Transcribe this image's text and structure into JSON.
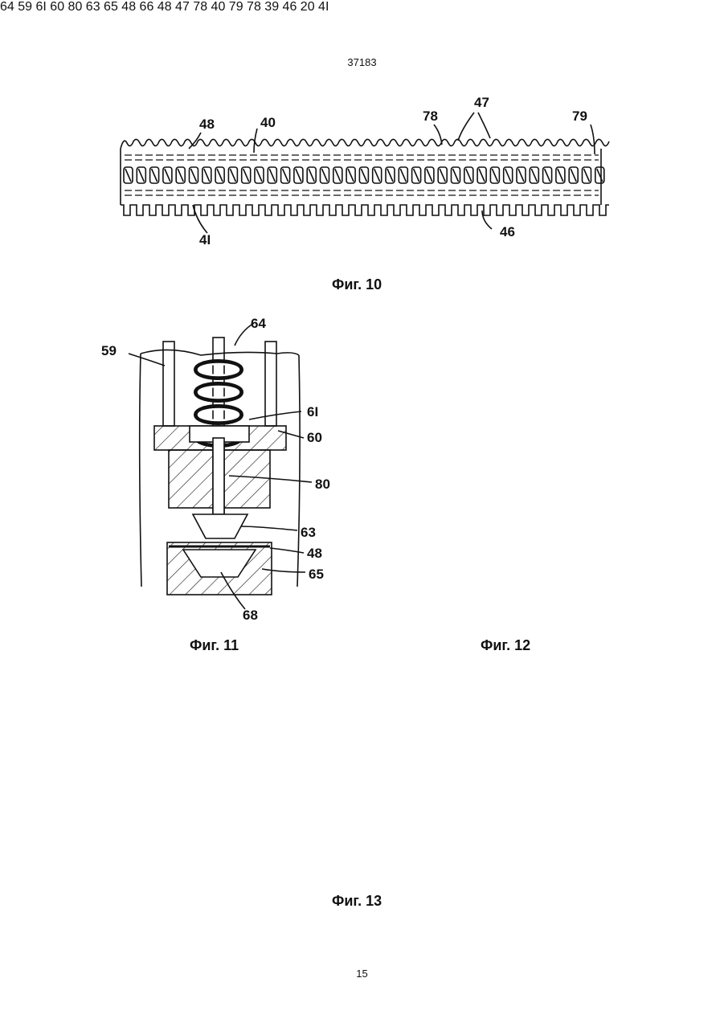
{
  "header": {
    "doc_number": "37183"
  },
  "footer": {
    "page_number": "15"
  },
  "figures": {
    "fig10": {
      "caption": "Фиг. 10",
      "labels": [
        "48",
        "40",
        "78",
        "47",
        "79",
        "4I",
        "46"
      ]
    },
    "fig11": {
      "caption": "Фиг. 11",
      "labels": [
        "64",
        "59",
        "6I",
        "60",
        "80",
        "63",
        "48",
        "65",
        "68"
      ]
    },
    "fig12": {
      "caption": "Фиг. 12",
      "labels": [
        "64",
        "59",
        "6I",
        "60",
        "80",
        "63",
        "65",
        "48",
        "66"
      ]
    },
    "fig13": {
      "caption": "Фиг. 13",
      "labels": [
        "48",
        "47",
        "78",
        "40",
        "79",
        "78",
        "39",
        "46",
        "20",
        "4I"
      ]
    }
  }
}
